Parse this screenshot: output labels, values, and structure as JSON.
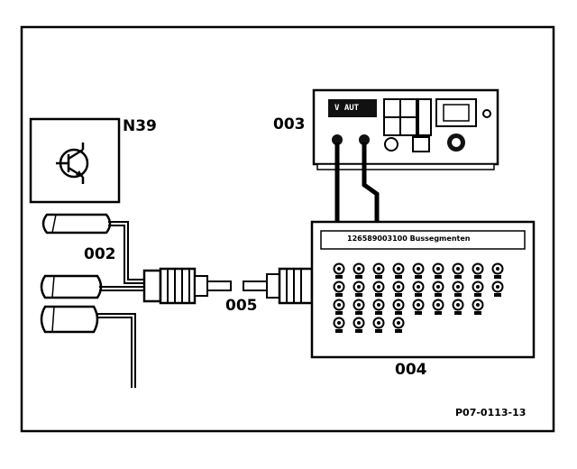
{
  "labels": {
    "n39": "N39",
    "multimeter": "003",
    "adapter_cable": "002",
    "cable_005": "005",
    "test_box": "004",
    "figure_ref": "P07-0113-13"
  },
  "multimeter_display": "V AUT",
  "test_box_header": "126589003100 Bussegmenten",
  "test_box_sockets": {
    "rows": 4,
    "columns": [
      9,
      9,
      8,
      4
    ]
  },
  "colors": {
    "ink": "#000000",
    "paper": "#ffffff"
  }
}
